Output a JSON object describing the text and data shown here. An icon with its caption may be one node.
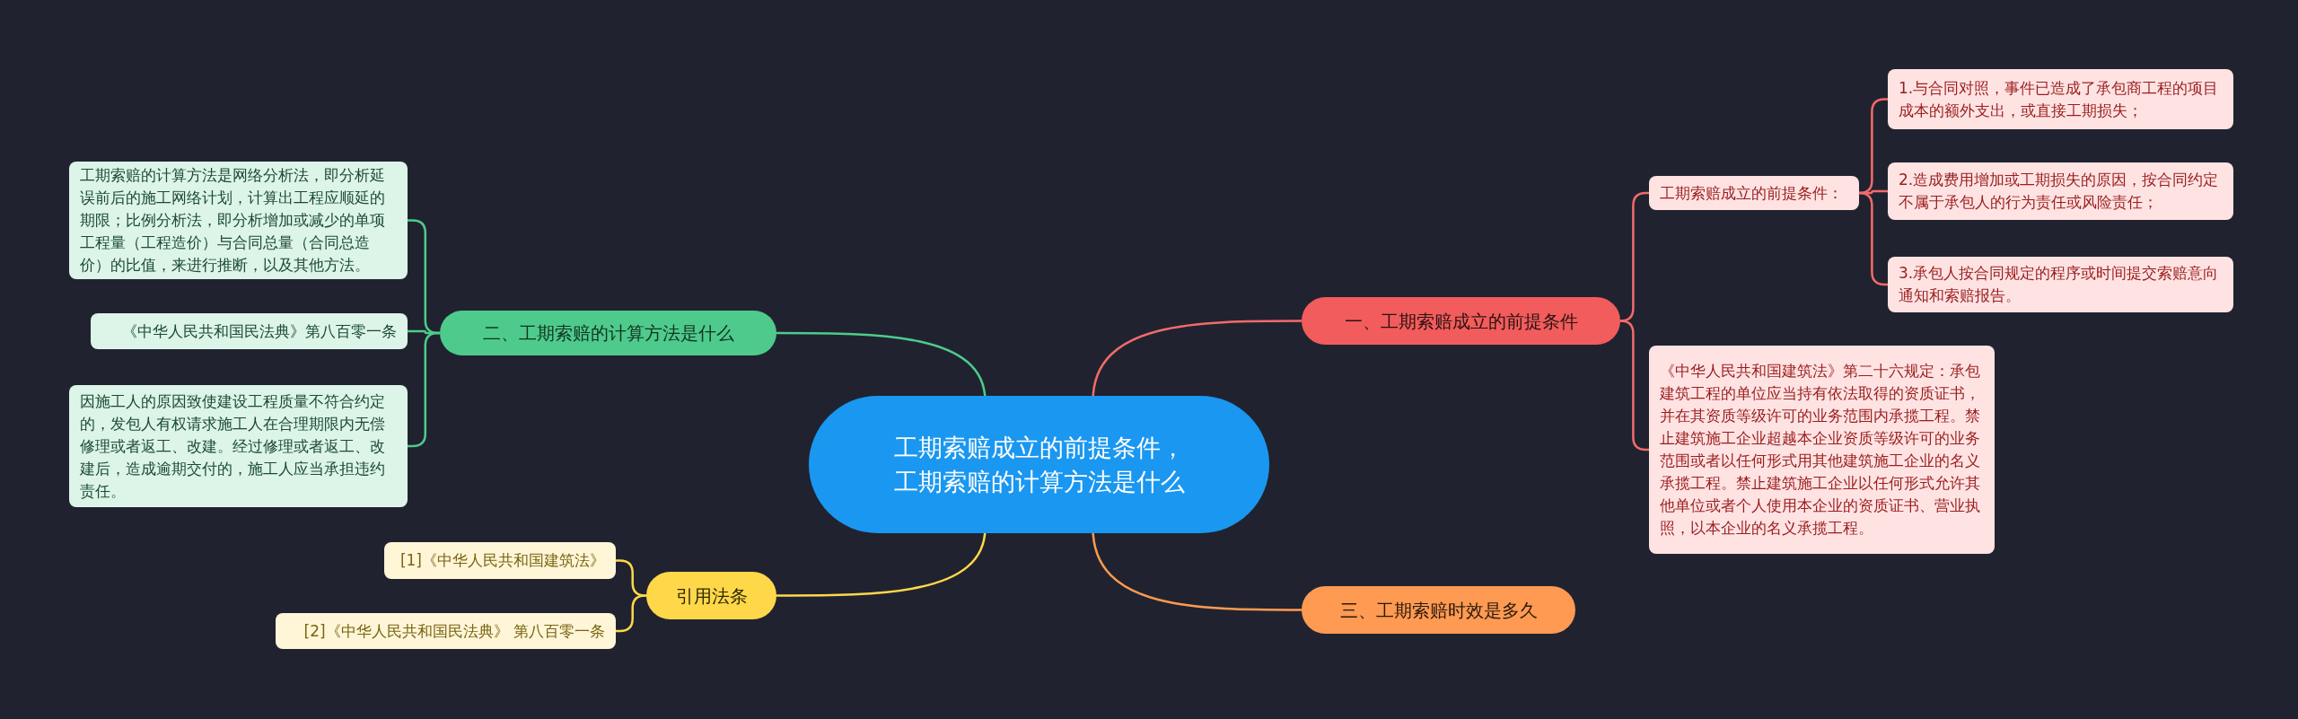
{
  "diagram": {
    "nodes": [
      {
        "text": [
          "工期索赔成立的前提条件，工期索赔的计算方法是什么"
        ]
      },
      {
        "text": [
          "一、工期索赔成立的前提条件"
        ]
      },
      {
        "text": [
          "工期索赔成立的前提条件："
        ]
      },
      {
        "text": [
          "1.与合同对照，事件已造成了承包商工程的项目成本的额外支出，或直接工期损失；"
        ]
      },
      {
        "text": [
          "2.造成费用增加或工期损失的原因，按合同约定不属于承包人的行为责任或风险责任；"
        ]
      },
      {
        "text": [
          "3.承包人按合同规定的程序或时间提交索赔意向通知和索赔报告。"
        ]
      },
      {
        "text": [
          "《中华人民共和国建筑法》第二十六规定：承包建筑工程的单位应当持有依法取得的资质证书，并在其资质等级许可的业务范围内承揽工程。禁止建筑施工企业超越本企业资质等级许可的业务范围或者以任何形式用其他建筑施工企业的名义承揽工程。禁止建筑施工企业以任何形式允许其他单位或者个人使用本企业的资质证书、营业执照，以本企业的名义承揽工程。"
        ]
      },
      {
        "text": [
          "三、工期索赔时效是多久"
        ]
      },
      {
        "text": [
          "二、工期索赔的计算方法是什么"
        ]
      },
      {
        "text": [
          "工期索赔的计算方法是网络分析法，即分析延误前后的施工网络计划，计算出工程应顺延的期限；比例分析法，即分析增加或减少的单项工程量（工程造价）与合同总量（合同总造价）的比值，来进行推断，以及其他方法。"
        ]
      },
      {
        "text": [
          "《中华人民共和国民法典》第八百零一条"
        ]
      },
      {
        "text": [
          "因施工人的原因致使建设工程质量不符合约定的，发包人有权请求施工人在合理期限内无偿修理或者返工、改建。经过修理或者返工、改建后，造成逾期交付的，施工人应当承担违约责任。"
        ]
      },
      {
        "text": [
          "引用法条"
        ]
      },
      {
        "text": [
          "[1]《中华人民共和国建筑法》"
        ]
      },
      {
        "text": [
          "[2]《中华人民共和国民法典》 第八百零一条"
        ]
      }
    ],
    "edges": [
      {
        "from": 0,
        "to": 1,
        "arrow": "none"
      },
      {
        "from": 1,
        "to": 2,
        "arrow": "none"
      },
      {
        "from": 2,
        "to": 3,
        "arrow": "none"
      },
      {
        "from": 2,
        "to": 4,
        "arrow": "none"
      },
      {
        "from": 2,
        "to": 5,
        "arrow": "none"
      },
      {
        "from": 1,
        "to": 6,
        "arrow": "none"
      },
      {
        "from": 0,
        "to": 7,
        "arrow": "none",
        "color": "#ff9a52"
      },
      {
        "from": 0,
        "to": 8,
        "arrow": "none",
        "color": "#4ecb8c"
      },
      {
        "from": 8,
        "to": 9,
        "arrow": "none",
        "color": "#4ecb8c"
      },
      {
        "from": 8,
        "to": 10,
        "arrow": "none",
        "color": "#4ecb8c"
      },
      {
        "from": 8,
        "to": 11,
        "arrow": "none",
        "color": "#4ecb8c"
      },
      {
        "from": 0,
        "to": 12,
        "arrow": "none",
        "color": "#ffd84a"
      },
      {
        "from": 12,
        "to": 13,
        "arrow": "none",
        "color": "#ffd84a"
      },
      {
        "from": 12,
        "to": 14,
        "arrow": "none",
        "color": "#ffd84a"
      }
    ]
  }
}
